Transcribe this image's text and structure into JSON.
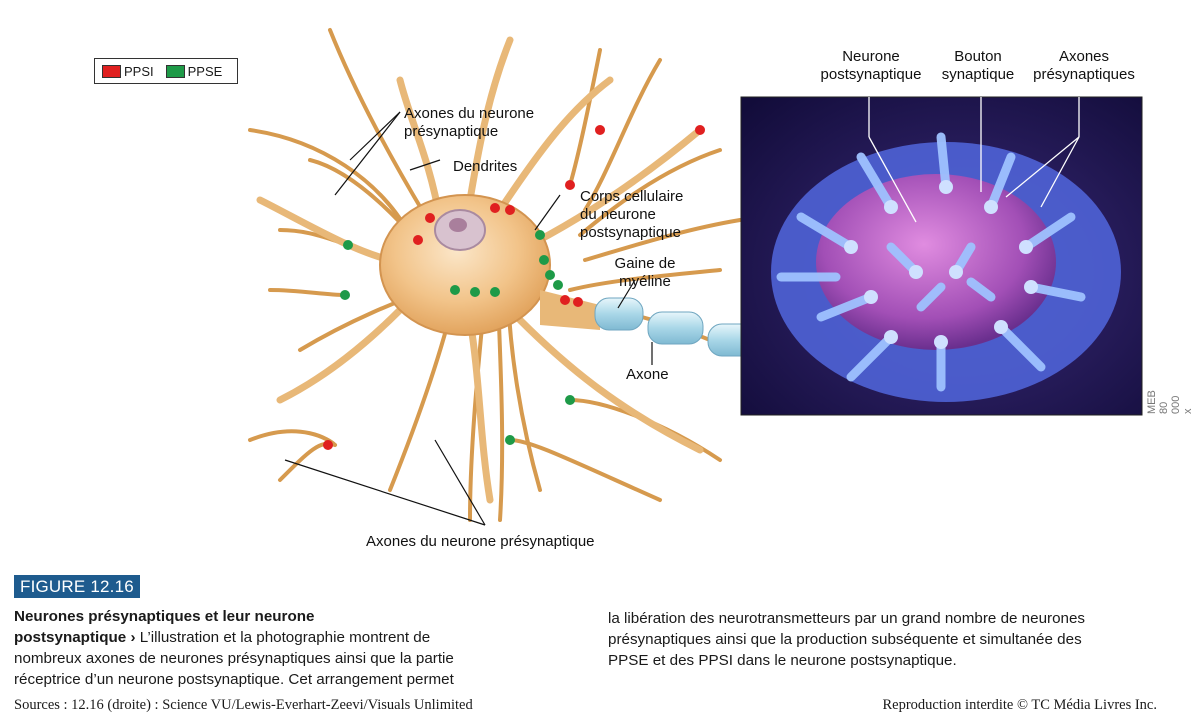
{
  "legend": {
    "ppsi_label": "PPSI",
    "ppse_label": "PPSE",
    "ppsi_color": "#e02020",
    "ppse_color": "#1e9a48"
  },
  "labels": {
    "axones_presyn_top_1": "Axones du neurone",
    "axones_presyn_top_2": "présynaptique",
    "dendrites": "Dendrites",
    "corps_1": "Corps cellulaire",
    "corps_2": "du neurone",
    "corps_3": "postsynaptique",
    "gaine_1": "Gaine de",
    "gaine_2": "myéline",
    "axone": "Axone",
    "axones_presyn_bottom": "Axones du neurone présynaptique",
    "photo_neurone_1": "Neurone",
    "photo_neurone_2": "postsynaptique",
    "photo_bouton_1": "Bouton",
    "photo_bouton_2": "synaptique",
    "photo_axones_1": "Axones",
    "photo_axones_2": "présynaptiques",
    "magnification": "MEB 80 000 x"
  },
  "figure": {
    "tag": "FIGURE 12.16",
    "title_1": "Neurones présynaptiques et leur neurone",
    "title_2": "postsynaptique",
    "arrow": "›",
    "body_1": " L’illustration et la photographie montrent de",
    "body_2": "nombreux axones de neurones présynaptiques ainsi que la partie",
    "body_3": "réceptrice d’un neurone postsynaptique. Cet arrangement permet",
    "body_4": "la libération des neurotransmetteurs par un grand nombre de neurones",
    "body_5": "présynaptiques ainsi que la production subséquente et simultanée des",
    "body_6": "PPSE et des PPSI dans le neurone postsynaptique."
  },
  "footer": {
    "sources": "Sources : 12.16 (droite) : Science VU/Lewis-Everhart-Zeevi/Visuals Unlimited",
    "copyright": "Reproduction interdite © TC Média Livres Inc."
  }
}
